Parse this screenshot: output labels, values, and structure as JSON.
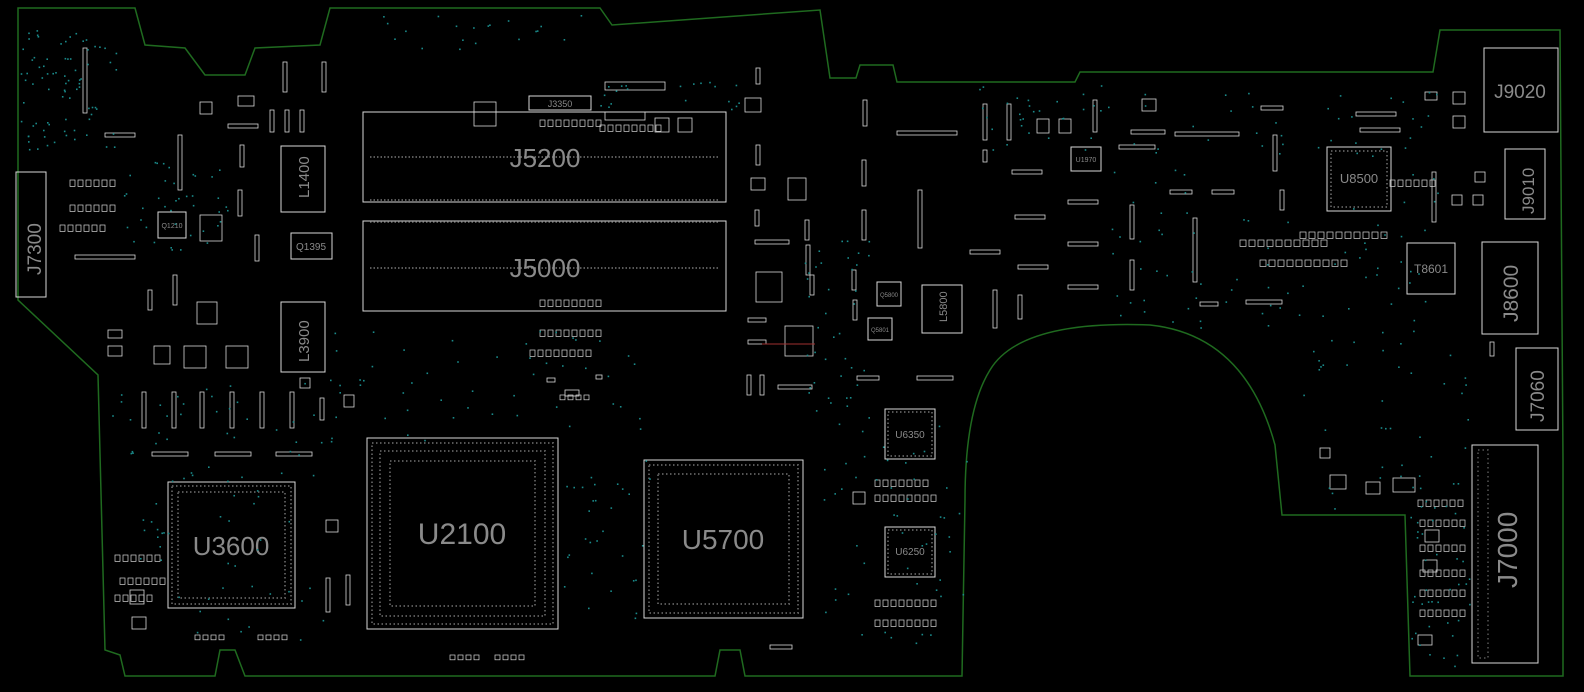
{
  "colors": {
    "background": "#000000",
    "outline": "#1f6a1f",
    "component": "#d8d8d8",
    "label": "#8a8a8a",
    "via": "#1a8a8a",
    "trace": "#a03030"
  },
  "labels": {
    "j7300": "J7300",
    "j5200": "J5200",
    "j5000": "J5000",
    "j3350": "J3350",
    "l1400": "L1400",
    "l3900": "L3900",
    "q1210": "Q1210",
    "q1395": "Q1395",
    "u3600": "U3600",
    "u2100": "U2100",
    "u5700": "U5700",
    "u6350": "U6350",
    "u6250": "U6250",
    "l5800": "L5800",
    "q5800": "Q5800",
    "q5801": "Q5801",
    "u1970": "U1970",
    "u8500": "U8500",
    "t8601": "T8601",
    "j9020": "J9020",
    "j9010": "J9010",
    "j8600": "J8600",
    "j7060": "J7060",
    "j7000": "J7000"
  }
}
